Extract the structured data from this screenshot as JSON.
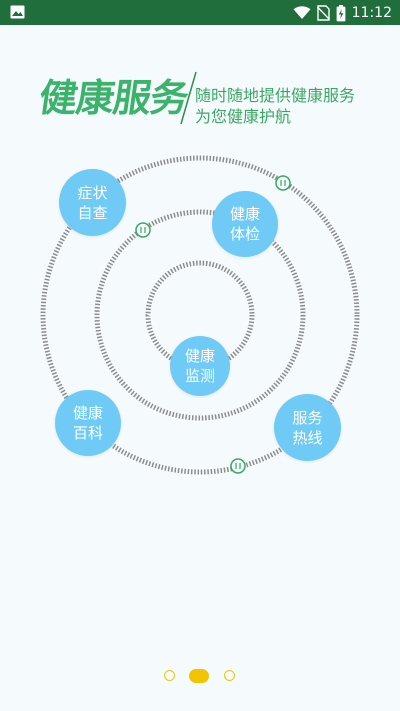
{
  "status_bar": {
    "time": "11:12",
    "icons": [
      "image-notification-icon",
      "wifi-icon",
      "no-sim-icon",
      "battery-charging-icon"
    ]
  },
  "header": {
    "title": "健康服务",
    "subtitle_line1": "随时随地提供健康服务",
    "subtitle_line2": "为您健康护航"
  },
  "services": [
    {
      "label": "症状\n自查",
      "name": "symptom-check"
    },
    {
      "label": "健康\n体检",
      "name": "health-checkup"
    },
    {
      "label": "健康\n监测",
      "name": "health-monitor"
    },
    {
      "label": "健康\n百科",
      "name": "health-encyclopedia"
    },
    {
      "label": "服务\n热线",
      "name": "service-hotline"
    }
  ],
  "colors": {
    "status_bar": "#1f6e3c",
    "title_green": "#3bb36a",
    "node_blue": "#6fcbf5",
    "ring_gray": "#8c8c8c",
    "pager_yellow": "#f2c500"
  },
  "pager": {
    "count": 3,
    "active_index": 1
  }
}
